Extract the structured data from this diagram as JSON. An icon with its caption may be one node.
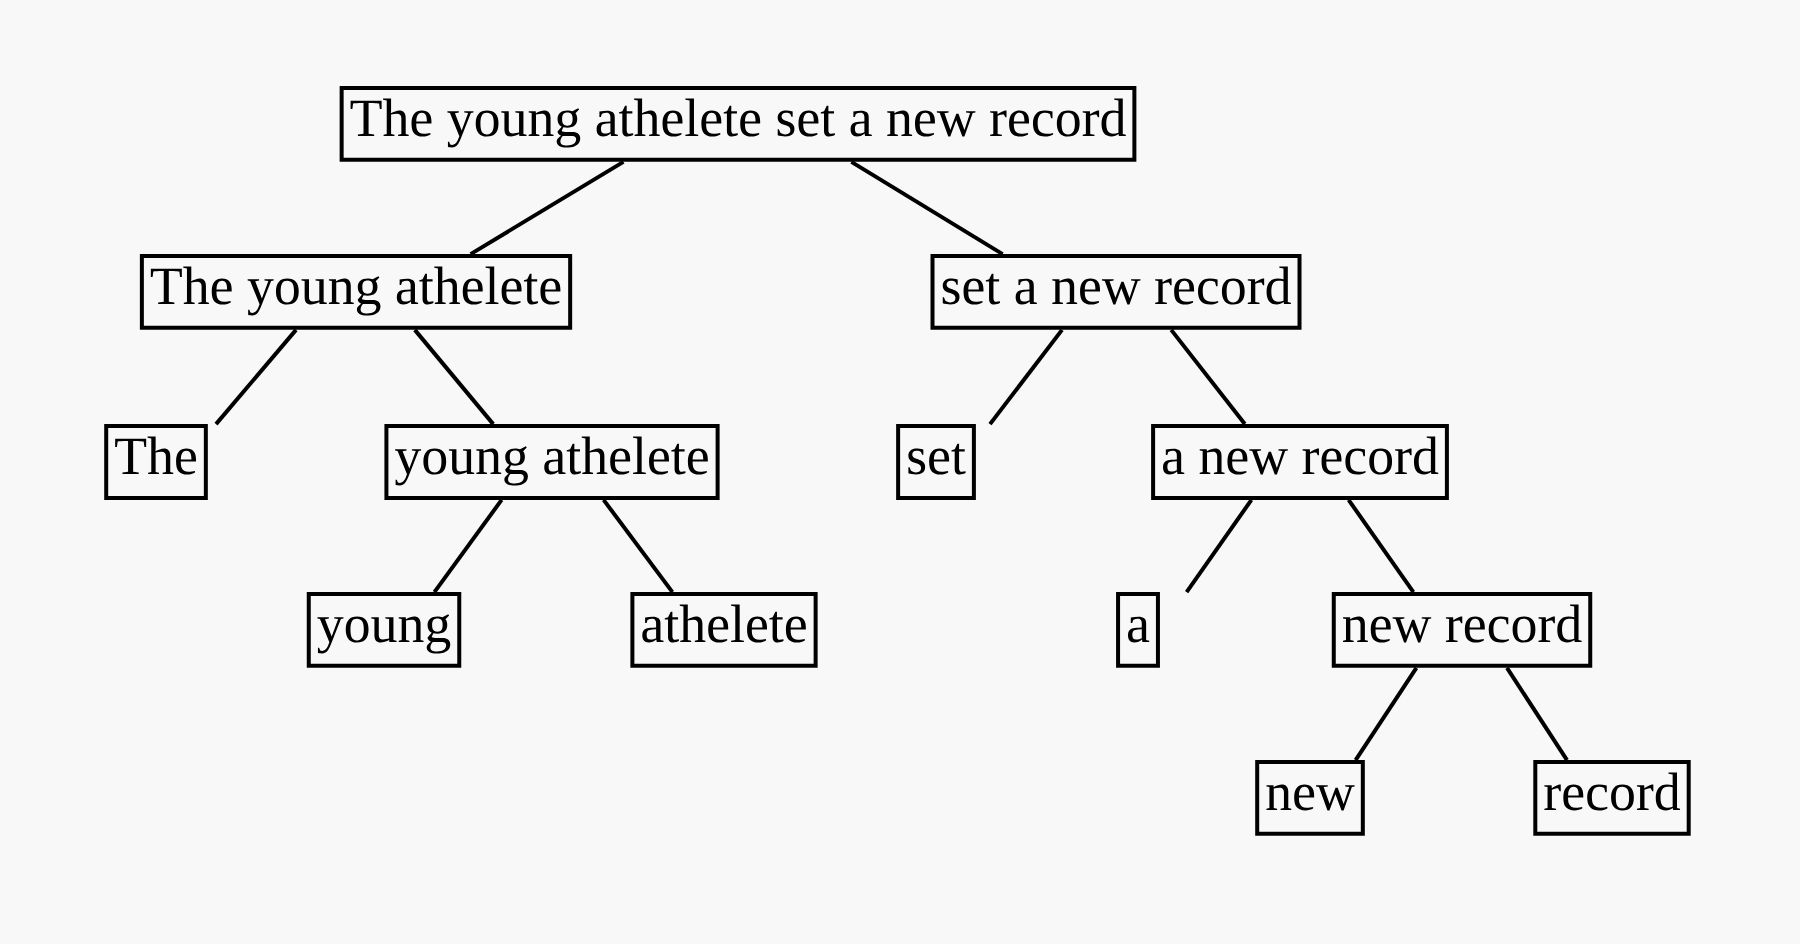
{
  "diagram": {
    "nodes": [
      {
        "text": [
          "The young athelete set a new record"
        ]
      },
      {
        "text": [
          "The young athelete"
        ]
      },
      {
        "text": [
          "set a new record"
        ]
      },
      {
        "text": [
          "The"
        ]
      },
      {
        "text": [
          "young athelete"
        ]
      },
      {
        "text": [
          "set"
        ]
      },
      {
        "text": [
          "a new record"
        ]
      },
      {
        "text": [
          "young"
        ]
      },
      {
        "text": [
          "athelete"
        ]
      },
      {
        "text": [
          "a"
        ]
      },
      {
        "text": [
          "new record"
        ]
      },
      {
        "text": [
          "new"
        ]
      },
      {
        "text": [
          "record"
        ]
      }
    ],
    "edges": [
      {
        "from": 0,
        "to": 1,
        "arrow": "none"
      },
      {
        "from": 0,
        "to": 2,
        "arrow": "none"
      },
      {
        "from": 1,
        "to": 3,
        "arrow": "none"
      },
      {
        "from": 1,
        "to": 4,
        "arrow": "none"
      },
      {
        "from": 2,
        "to": 5,
        "arrow": "none"
      },
      {
        "from": 2,
        "to": 6,
        "arrow": "none"
      },
      {
        "from": 4,
        "to": 7,
        "arrow": "none"
      },
      {
        "from": 4,
        "to": 8,
        "arrow": "none"
      },
      {
        "from": 6,
        "to": 9,
        "arrow": "none"
      },
      {
        "from": 6,
        "to": 10,
        "arrow": "none"
      },
      {
        "from": 10,
        "to": 11,
        "arrow": "none"
      },
      {
        "from": 10,
        "to": 12,
        "arrow": "none"
      }
    ]
  }
}
